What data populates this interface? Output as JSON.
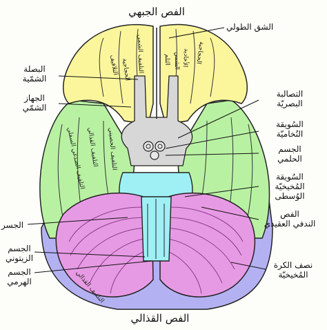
{
  "labels": {
    "frontal_lobe": "الفص الجبهي",
    "longitudinal_fissure": "الشق الطولي",
    "olfactory_bulb_1": "البصلة",
    "olfactory_bulb_2": "الشمّية",
    "olfactory_tract_1": "الجهاز",
    "olfactory_tract_2": "الشمّي",
    "optic_chiasm_1": "التصالبة",
    "optic_chiasm_2": "البصريّة",
    "infundibulum_1": "السُويقة",
    "infundibulum_2": "النُخاميّة",
    "mammillary_body_1": "الجسم",
    "mammillary_body_2": "الحلمي",
    "middle_cerebellar_peduncle_1": "السُويقة",
    "middle_cerebellar_peduncle_2": "المُخيخيّة",
    "middle_cerebellar_peduncle_3": "الوُسطى",
    "flocculus_1": "الفص",
    "flocculus_2": "الندفي العقيدي",
    "pons": "الجسر",
    "olive_1": "الجسم",
    "olive_2": "الزيتوني",
    "pyramid_1": "الجسم",
    "pyramid_2": "الهرمي",
    "cerebellar_hemisphere_1": "نصف الكرة",
    "cerebellar_hemisphere_2": "المُخيخيّة",
    "occipital_lobe": "الفص القذالي"
  },
  "gyri": {
    "frontal_left_1": "التلافيف",
    "frontal_left_2": "الحجاجية",
    "frontal_center_1": "التلفيف الشمي",
    "frontal_center_2": "الثلم",
    "frontal_center_3": "الشمي",
    "frontal_right_1": "الأخاديد",
    "frontal_right_2": "الحجاجية",
    "temporal_1": "التلفيف الصدغي السفلي",
    "temporal_2": "التلفيف القذالي",
    "temporal_3": "التلفيف الحصيني",
    "occipital": "التلفيف القذالي"
  },
  "colors": {
    "frontal": "#fbf69c",
    "temporal": "#b9f1a3",
    "occipital": "#b4b1f3",
    "cerebellum": "#e79ae4",
    "brainstem": "#9ff0f5",
    "midline": "#d7d7d7"
  }
}
